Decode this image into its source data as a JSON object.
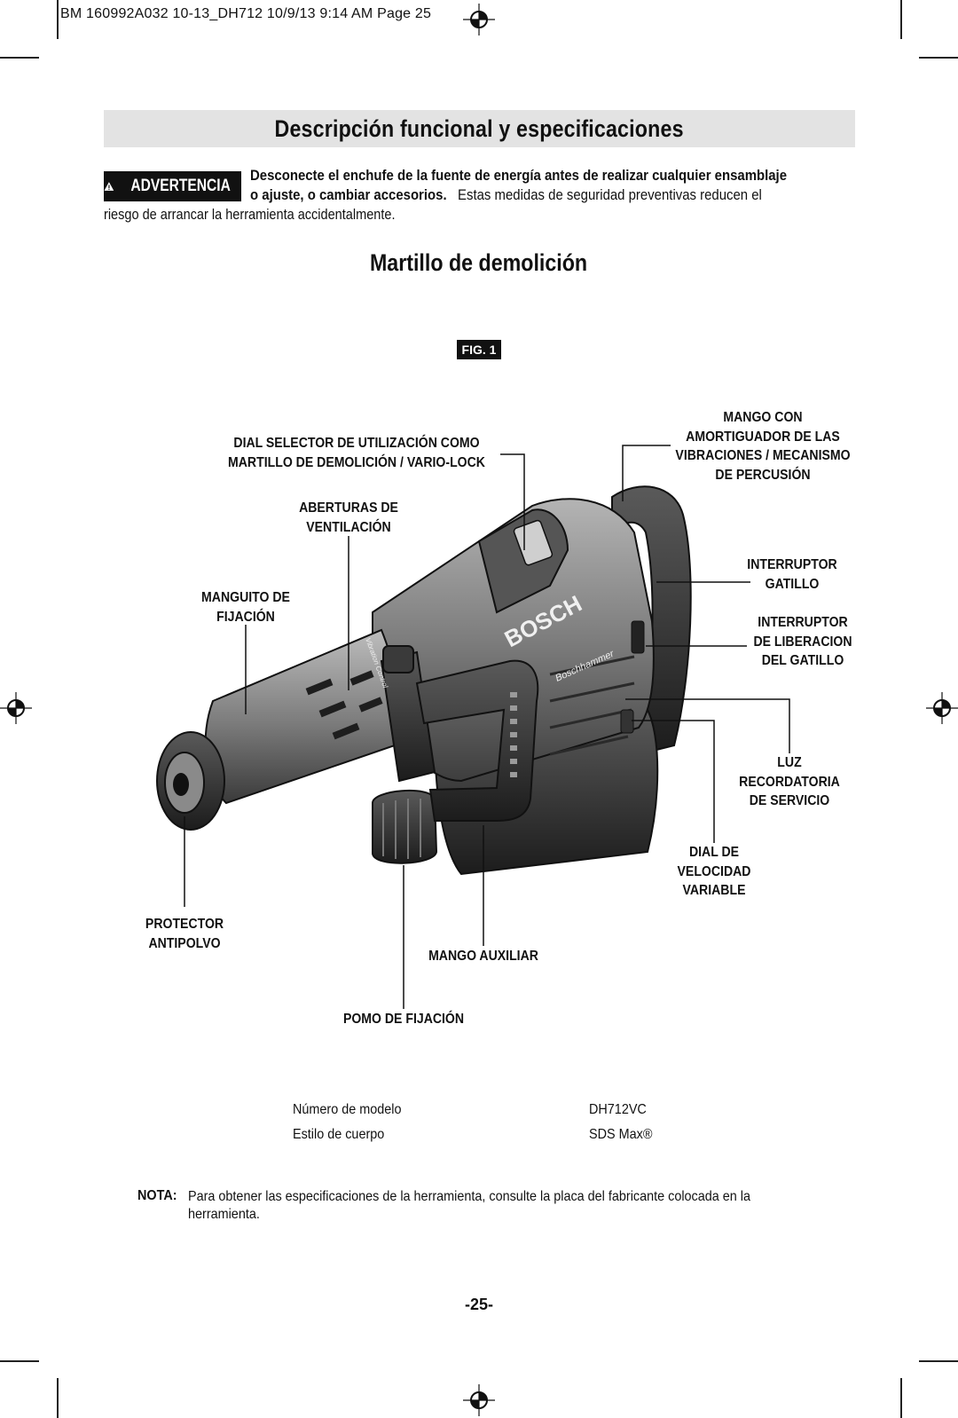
{
  "header": {
    "slug": "BM 160992A032 10-13_DH712  10/9/13  9:14 AM  Page 25"
  },
  "section_title": "Descripción funcional y especificaciones",
  "warning": {
    "badge": "ADVERTENCIA",
    "line1_bold": "Desconecte el enchufe de la fuente de energía antes de realizar cualquier ensamblaje",
    "line2_bold": "o ajuste, o cambiar accesorios.",
    "line2_regular": "Estas medidas de seguridad preventivas reducen el",
    "line3": "riesgo de arrancar la herramienta accidentalmente."
  },
  "subtitle": "Martillo de demolición",
  "figure": {
    "label": "FIG. 1",
    "callouts": {
      "mango_con": [
        "MANGO CON",
        "AMORTIGUADOR DE LAS",
        "VIBRACIONES / MECANISMO",
        "DE PERCUSIÓN"
      ],
      "dial_selector": [
        "DIAL SELECTOR DE UTILIZACIÓN COMO",
        "MARTILLO DE DEMOLICIÓN / VARIO-LOCK"
      ],
      "aberturas": [
        "ABERTURAS DE",
        "VENTILACIÓN"
      ],
      "manguito": [
        "MANGUITO DE",
        "FIJACIÓN"
      ],
      "interruptor_gatillo": [
        "INTERRUPTOR",
        "GATILLO"
      ],
      "interruptor_liberacion": [
        "INTERRUPTOR",
        "DE LIBERACION",
        "DEL GATILLO"
      ],
      "luz": [
        "LUZ",
        "RECORDATORIA",
        "DE SERVICIO"
      ],
      "dial_velocidad": [
        "DIAL DE",
        "VELOCIDAD",
        "VARIABLE"
      ],
      "protector": [
        "PROTECTOR",
        "ANTIPOLVO"
      ],
      "mango_auxiliar": [
        "MANGO AUXILIAR"
      ],
      "pomo": [
        "POMO DE FIJACIÓN"
      ]
    },
    "tool_markings": {
      "brand": "BOSCH",
      "model": "Boschhammer",
      "feature": "Vibration Control"
    }
  },
  "specs": [
    {
      "label": "Número de modelo",
      "value": "DH712VC"
    },
    {
      "label": "Estilo de cuerpo",
      "value": "SDS Max®"
    }
  ],
  "note": {
    "label": "NOTA:",
    "text": "Para obtener las especificaciones de la herramienta, consulte la placa del fabricante colocada en la herramienta."
  },
  "page_number": "-25-",
  "colors": {
    "title_bar": "#e3e3e3",
    "badge": "#111111",
    "tool_light": "#9a9a9a",
    "tool_dark": "#2b2b2b"
  }
}
